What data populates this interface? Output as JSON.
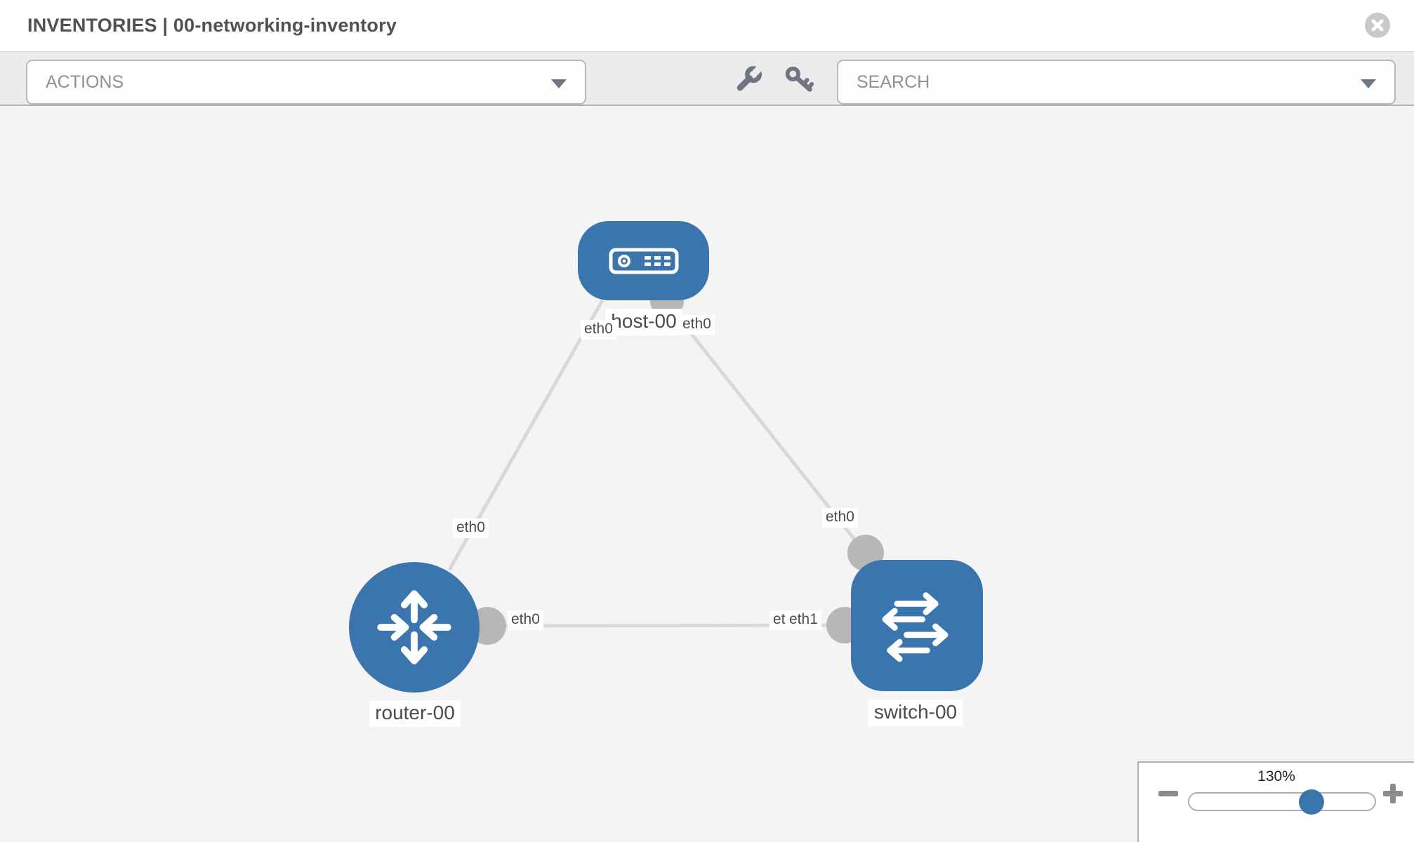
{
  "header": {
    "title": "INVENTORIES | 00-networking-inventory"
  },
  "toolbar": {
    "actions_label": "ACTIONS",
    "search_placeholder": "SEARCH"
  },
  "canvas": {
    "nodes": [
      {
        "id": "host-00",
        "type": "host",
        "label": "host-00"
      },
      {
        "id": "router-00",
        "type": "router",
        "label": "router-00"
      },
      {
        "id": "switch-00",
        "type": "switch",
        "label": "switch-00"
      }
    ],
    "links": [
      {
        "from": "host-00",
        "to": "router-00",
        "from_label": "eth0",
        "to_label": "eth0"
      },
      {
        "from": "host-00",
        "to": "switch-00",
        "from_label": "eth0",
        "to_label": "eth0"
      },
      {
        "from": "router-00",
        "to": "switch-00",
        "from_label": "eth0",
        "to_label": "eth1",
        "to_label_overlapped": "eth1"
      }
    ]
  },
  "zoom_control": {
    "level": "130%",
    "minus_label": "minus",
    "plus_label": "plus"
  },
  "colors": {
    "node_blue": "#3a76ad",
    "canvas_bg": "#f4f4f4",
    "toolbar_bg": "#ebebeb",
    "link_gray": "#d8d8d8",
    "endpoint_gray": "#b7b7b7"
  }
}
